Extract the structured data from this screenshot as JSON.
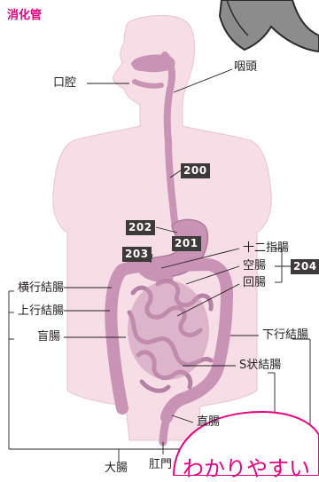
{
  "title": "消化管",
  "labels": {
    "mouth": "口腔",
    "pharynx": "咽頭",
    "duodenum": "十二指腸",
    "jejunum": "空腸",
    "ileum": "回腸",
    "transverse_colon": "横行結腸",
    "ascending_colon": "上行結腸",
    "descending_colon": "下行結腸",
    "cecum": "盲腸",
    "sigmoid_colon": "S状結腸",
    "rectum": "直腸",
    "anus": "肛門",
    "large_intestine": "大腸"
  },
  "badges": {
    "esophagus": "200",
    "stomach_upper": "202",
    "stomach_inner": "201",
    "stomach_lower": "203",
    "small_intestine": "204"
  },
  "bubble_text": "わかりやすい",
  "colors": {
    "title": "#e4007f",
    "body_fill": "#f7dde5",
    "organ_fill": "#c893b4",
    "badge_bg": "#3e3a39"
  }
}
